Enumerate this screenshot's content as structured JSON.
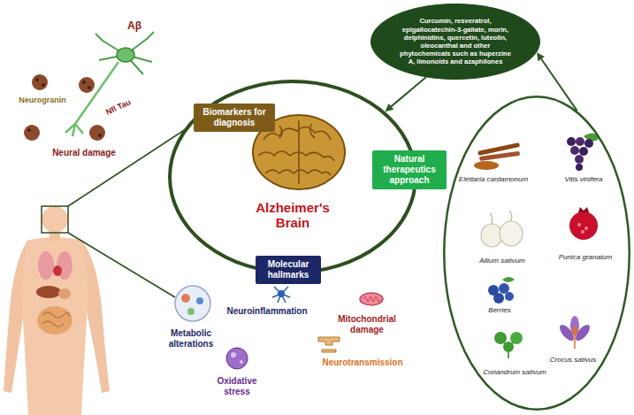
{
  "diagram": {
    "nodes": [
      {
        "text": [
          "Curcumin, resveratrol, epigallocatechin-3-gallate, morin, delphinidins, quercetin, luteolin, oleocanthal and other phytochemicals such as huperzine A, limonoids and azaphilones"
        ]
      },
      {
        "text": [
          "Biomarkers for diagnosis"
        ]
      },
      {
        "text": [
          "Alzheimer's Brain"
        ]
      },
      {
        "text": [
          "Natural therapeutics approach"
        ]
      },
      {
        "text": [
          "Molecular hallmarks"
        ]
      },
      {
        "text": [
          "Elettaria cardamonum",
          "Vitis vinifera",
          "Allium sativum",
          "Punica granatum",
          "Berries",
          "Coriandrum sativum",
          "Crocus sativus"
        ]
      }
    ],
    "edges": [
      {
        "from": 5,
        "to": 0,
        "arrow": "to"
      },
      {
        "from": 0,
        "to": 2,
        "arrow": "to"
      }
    ],
    "labels": [
      "Aβ",
      "Neurogranin",
      "Nfl Tau",
      "Neural damage",
      "Metabolic alterations",
      "Neuroinflammation",
      "Mitochondrial damage",
      "Oxidative stress",
      "Neurotransmission"
    ]
  }
}
